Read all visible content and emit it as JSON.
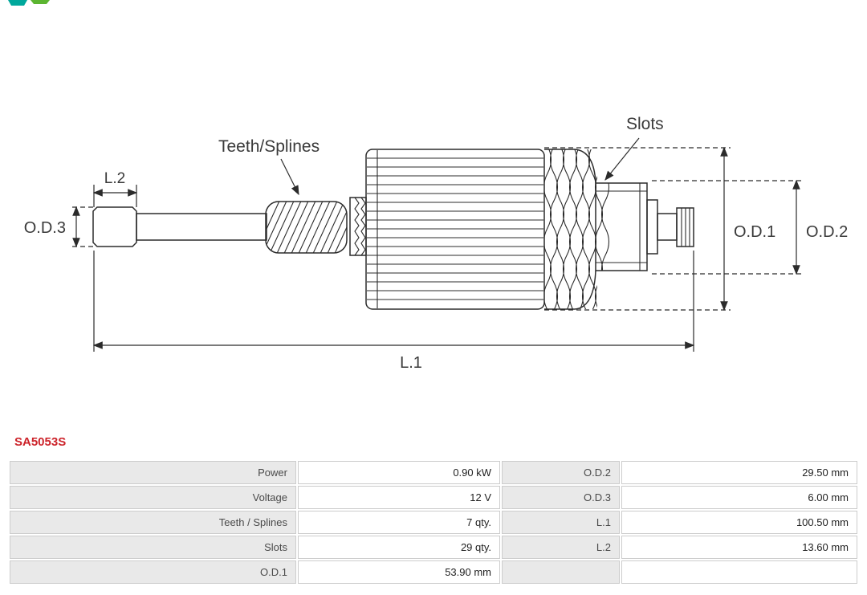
{
  "part_number": "SA5053S",
  "colors": {
    "part_number_red": "#cc2229",
    "logo_teal": "#00a89c",
    "logo_green": "#5cb531",
    "table_label_bg": "#e9e9e9",
    "table_border": "#cccccc",
    "drawing_line": "#2b2b2b"
  },
  "diagram": {
    "labels": {
      "teeth_splines": "Teeth/Splines",
      "slots": "Slots",
      "l1": "L.1",
      "l2": "L.2",
      "od1": "O.D.1",
      "od2": "O.D.2",
      "od3": "O.D.3"
    }
  },
  "table": {
    "rows": [
      {
        "label_left": "Power",
        "value_left": "0.90 kW",
        "label_right": "O.D.2",
        "value_right": "29.50 mm"
      },
      {
        "label_left": "Voltage",
        "value_left": "12 V",
        "label_right": "O.D.3",
        "value_right": "6.00 mm"
      },
      {
        "label_left": "Teeth / Splines",
        "value_left": "7 qty.",
        "label_right": "L.1",
        "value_right": "100.50 mm"
      },
      {
        "label_left": "Slots",
        "value_left": "29 qty.",
        "label_right": "L.2",
        "value_right": "13.60 mm"
      },
      {
        "label_left": "O.D.1",
        "value_left": "53.90 mm",
        "label_right": "",
        "value_right": ""
      }
    ]
  }
}
